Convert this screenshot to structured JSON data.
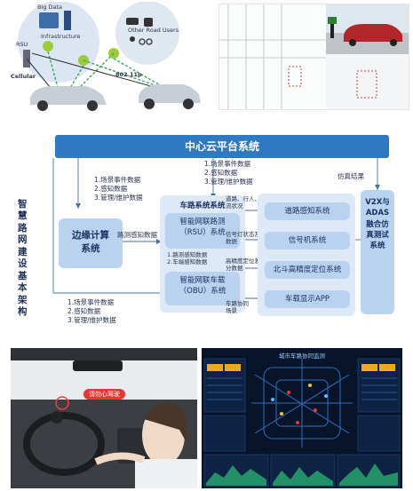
{
  "v2x": {
    "big_data": "Big Data",
    "infrastructure": "Infrastructure",
    "other_road_users": "Other Road Users",
    "rsu": "RSU",
    "cellular": "Cellular",
    "protocol": "802.11p"
  },
  "diagram": {
    "side_title": "智慧路网建设基本架构",
    "cloud": "中心云平台系统",
    "edge": "边缘计算系统",
    "road_system": "车路系统系统",
    "rsu_box": "智能网联路测（RSU）系统",
    "obu_box": "智能网联车载（OBU）系统",
    "rsu_data": [
      "1.路测感知数据",
      "2.车端感知数据"
    ],
    "v2x_box": "V2X与ADAS融合仿真测试系统",
    "subsystems": [
      "道路感知系统",
      "信号机系统",
      "北斗高精度定位系统",
      "车载显示APP"
    ],
    "top_data": [
      "1.场景事件数据",
      "2.感知数据",
      "3.管理/维护数据"
    ],
    "left_data": [
      "1.场景事件数据",
      "2.感知数据",
      "3.管理/维护数据"
    ],
    "bottom_data": [
      "1.场景事件数据",
      "2.感知数据",
      "3.管理/维护数据"
    ],
    "sim_result": "仿真结果",
    "road_perception_data": "路测感知数据",
    "label_traffic": "道路、行人、交通流状况",
    "label_signal": "信号灯状态及数据",
    "label_position": "高精度定位差分数据",
    "label_vehicle": "车路协同场景"
  },
  "car_panel": {
    "hud_text": "请勿心驾驶"
  },
  "dash_panel": {
    "title": "城市车路协同监测"
  },
  "colors": {
    "cloud_bar": "#2f78c2",
    "box_fill": "#b9d3ef",
    "panel_fill": "#dde9f6",
    "arrow": "#4a6fa0"
  }
}
